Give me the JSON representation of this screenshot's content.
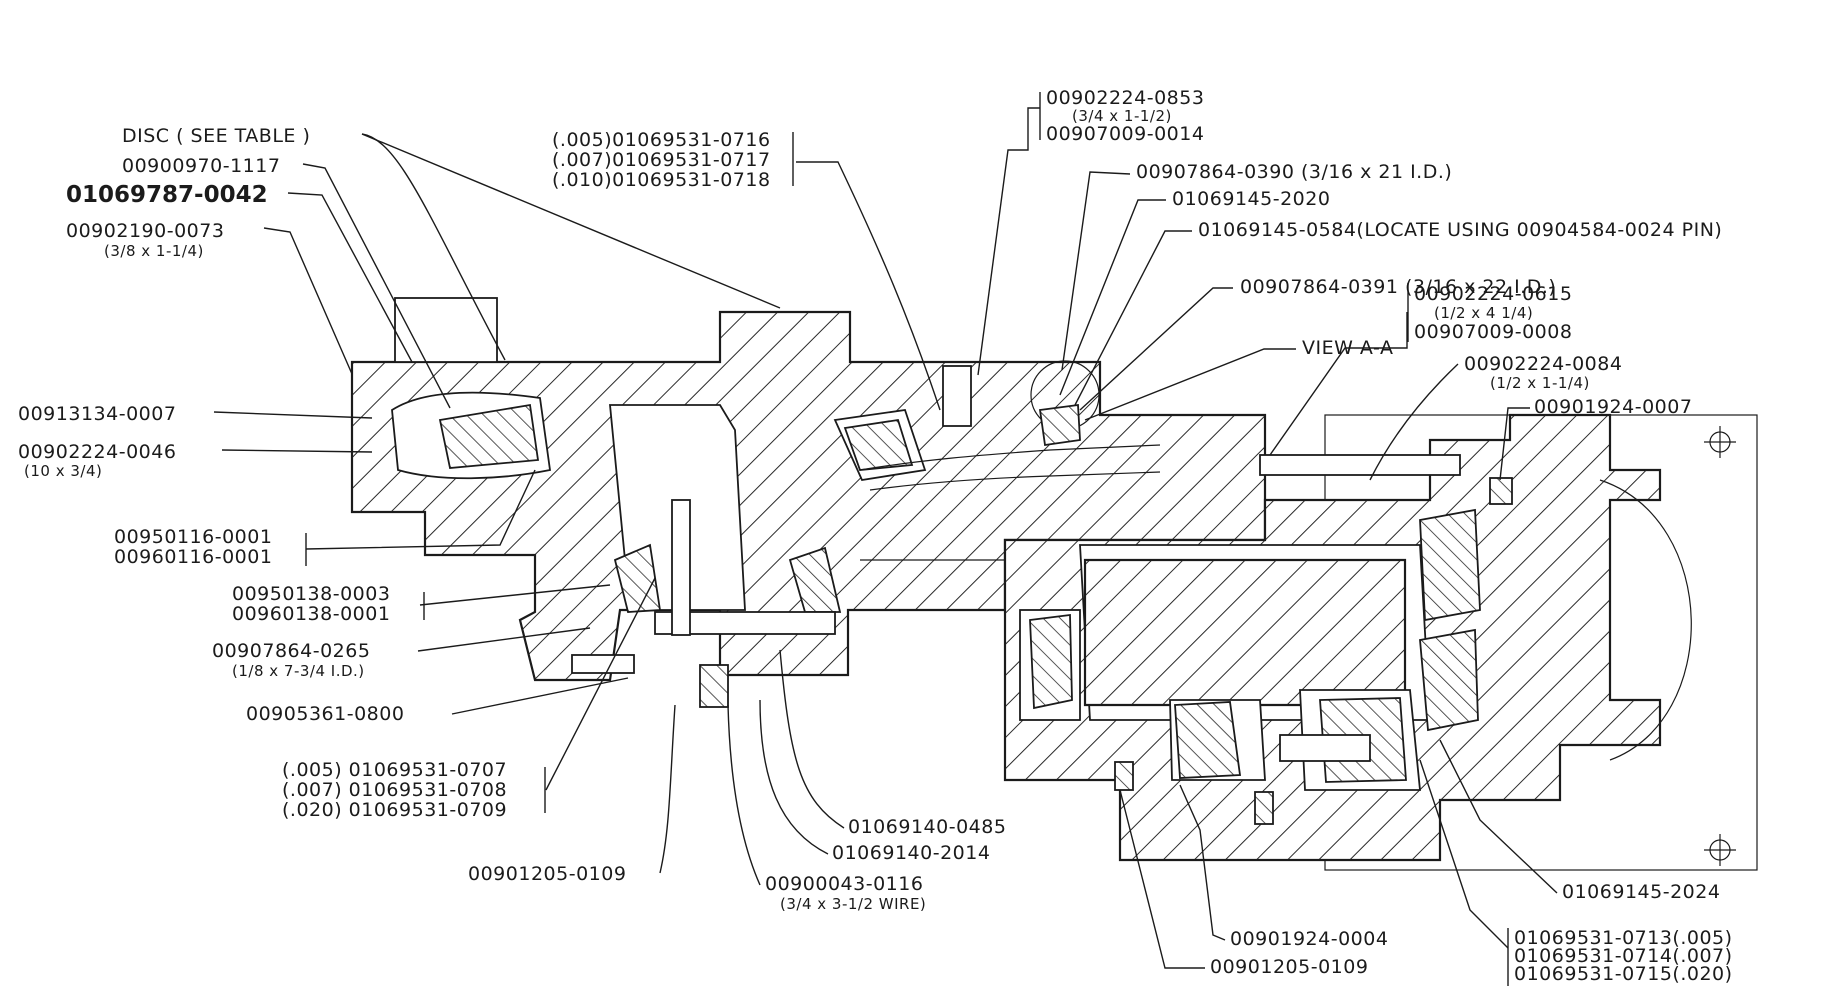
{
  "labels": {
    "disc_see_table": "DISC ( SEE TABLE )",
    "p00900970_1117": "00900970-1117",
    "p01069787_0042": "01069787-0042",
    "p00902190_0073": "00902190-0073",
    "p00902190_0073_sub": "(3/8 x 1-1/4)",
    "p00913134_0007": "00913134-0007",
    "p00902224_0046": "00902224-0046",
    "p00902224_0046_sub": "(10 x 3/4)",
    "p00950116_0001": "00950116-0001",
    "p00960116_0001": "00960116-0001",
    "p00950138_0003": "00950138-0003",
    "p00960138_0001": "00960138-0001",
    "p00907864_0265": "00907864-0265",
    "p00907864_0265_sub": "(1/8 x 7-3/4 I.D.)",
    "p00905361_0800": "00905361-0800",
    "shim_005_0707": "(.005) 01069531-0707",
    "shim_007_0708": "(.007) 01069531-0708",
    "shim_020_0709": "(.020) 01069531-0709",
    "p00901205_0109_left": "00901205-0109",
    "p01069140_0485": "01069140-0485",
    "p01069140_2014": "01069140-2014",
    "p00900043_0116": "00900043-0116",
    "p00900043_0116_sub": "(3/4 x 3-1/2 WIRE)",
    "shim_005_0716": "(.005)01069531-0716",
    "shim_007_0717": "(.007)01069531-0717",
    "shim_010_0718": "(.010)01069531-0718",
    "p00902224_0853": "00902224-0853",
    "p00902224_0853_sub": "(3/4 x 1-1/2)",
    "p00907009_0014": "00907009-0014",
    "p00907864_0390": "00907864-0390 (3/16 x 21 I.D.)",
    "p01069145_2020": "01069145-2020",
    "p01069145_0584": "01069145-0584(LOCATE USING 00904584-0024 PIN)",
    "p00907864_0391": "00907864-0391 (3/16 x 22 I.D.)",
    "view_a_a": "VIEW A-A",
    "p00902224_0615": "00902224-0615",
    "p00902224_0615_sub": "(1/2 x 4 1/4)",
    "p00907009_0008": "00907009-0008",
    "p00902224_0084": "00902224-0084",
    "p00902224_0084_sub": "(1/2 x 1-1/4)",
    "p00901924_0007": "00901924-0007",
    "p01069145_2024": "01069145-2024",
    "p00901924_0004": "00901924-0004",
    "p00901205_0109_right": "00901205-0109",
    "shim_0713_005": "01069531-0713(.005)",
    "shim_0714_007": "01069531-0714(.007)",
    "shim_0715_020": "01069531-0715(.020)"
  }
}
